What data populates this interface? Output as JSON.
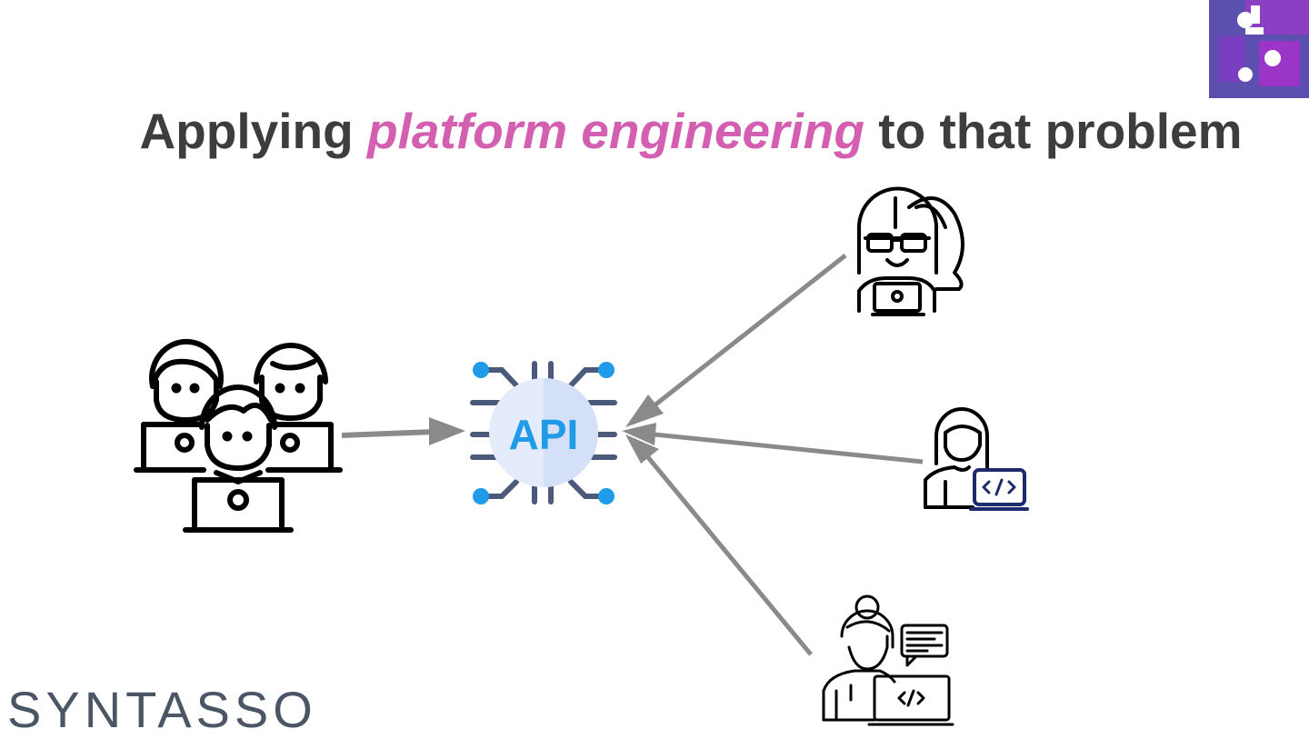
{
  "slide": {
    "title_prefix": "Applying ",
    "title_highlight": "platform engineering",
    "title_suffix": " to that problem",
    "api_label": "API",
    "brand": "SYNTASSO"
  },
  "colors": {
    "title": "#3d3d3f",
    "highlight": "#d45fb0",
    "arrow": "#8a8a8a",
    "api_text": "#1f9be8",
    "brand": "#4a5565",
    "puzzle_left": "#5b4fb0",
    "puzzle_right": "#9a35c8"
  },
  "icons": [
    "developer-team-icon",
    "api-chip-icon",
    "developer-woman-glasses-icon",
    "developer-woman-code-laptop-icon",
    "developer-woman-chat-icon",
    "puzzle-logo-icon"
  ]
}
